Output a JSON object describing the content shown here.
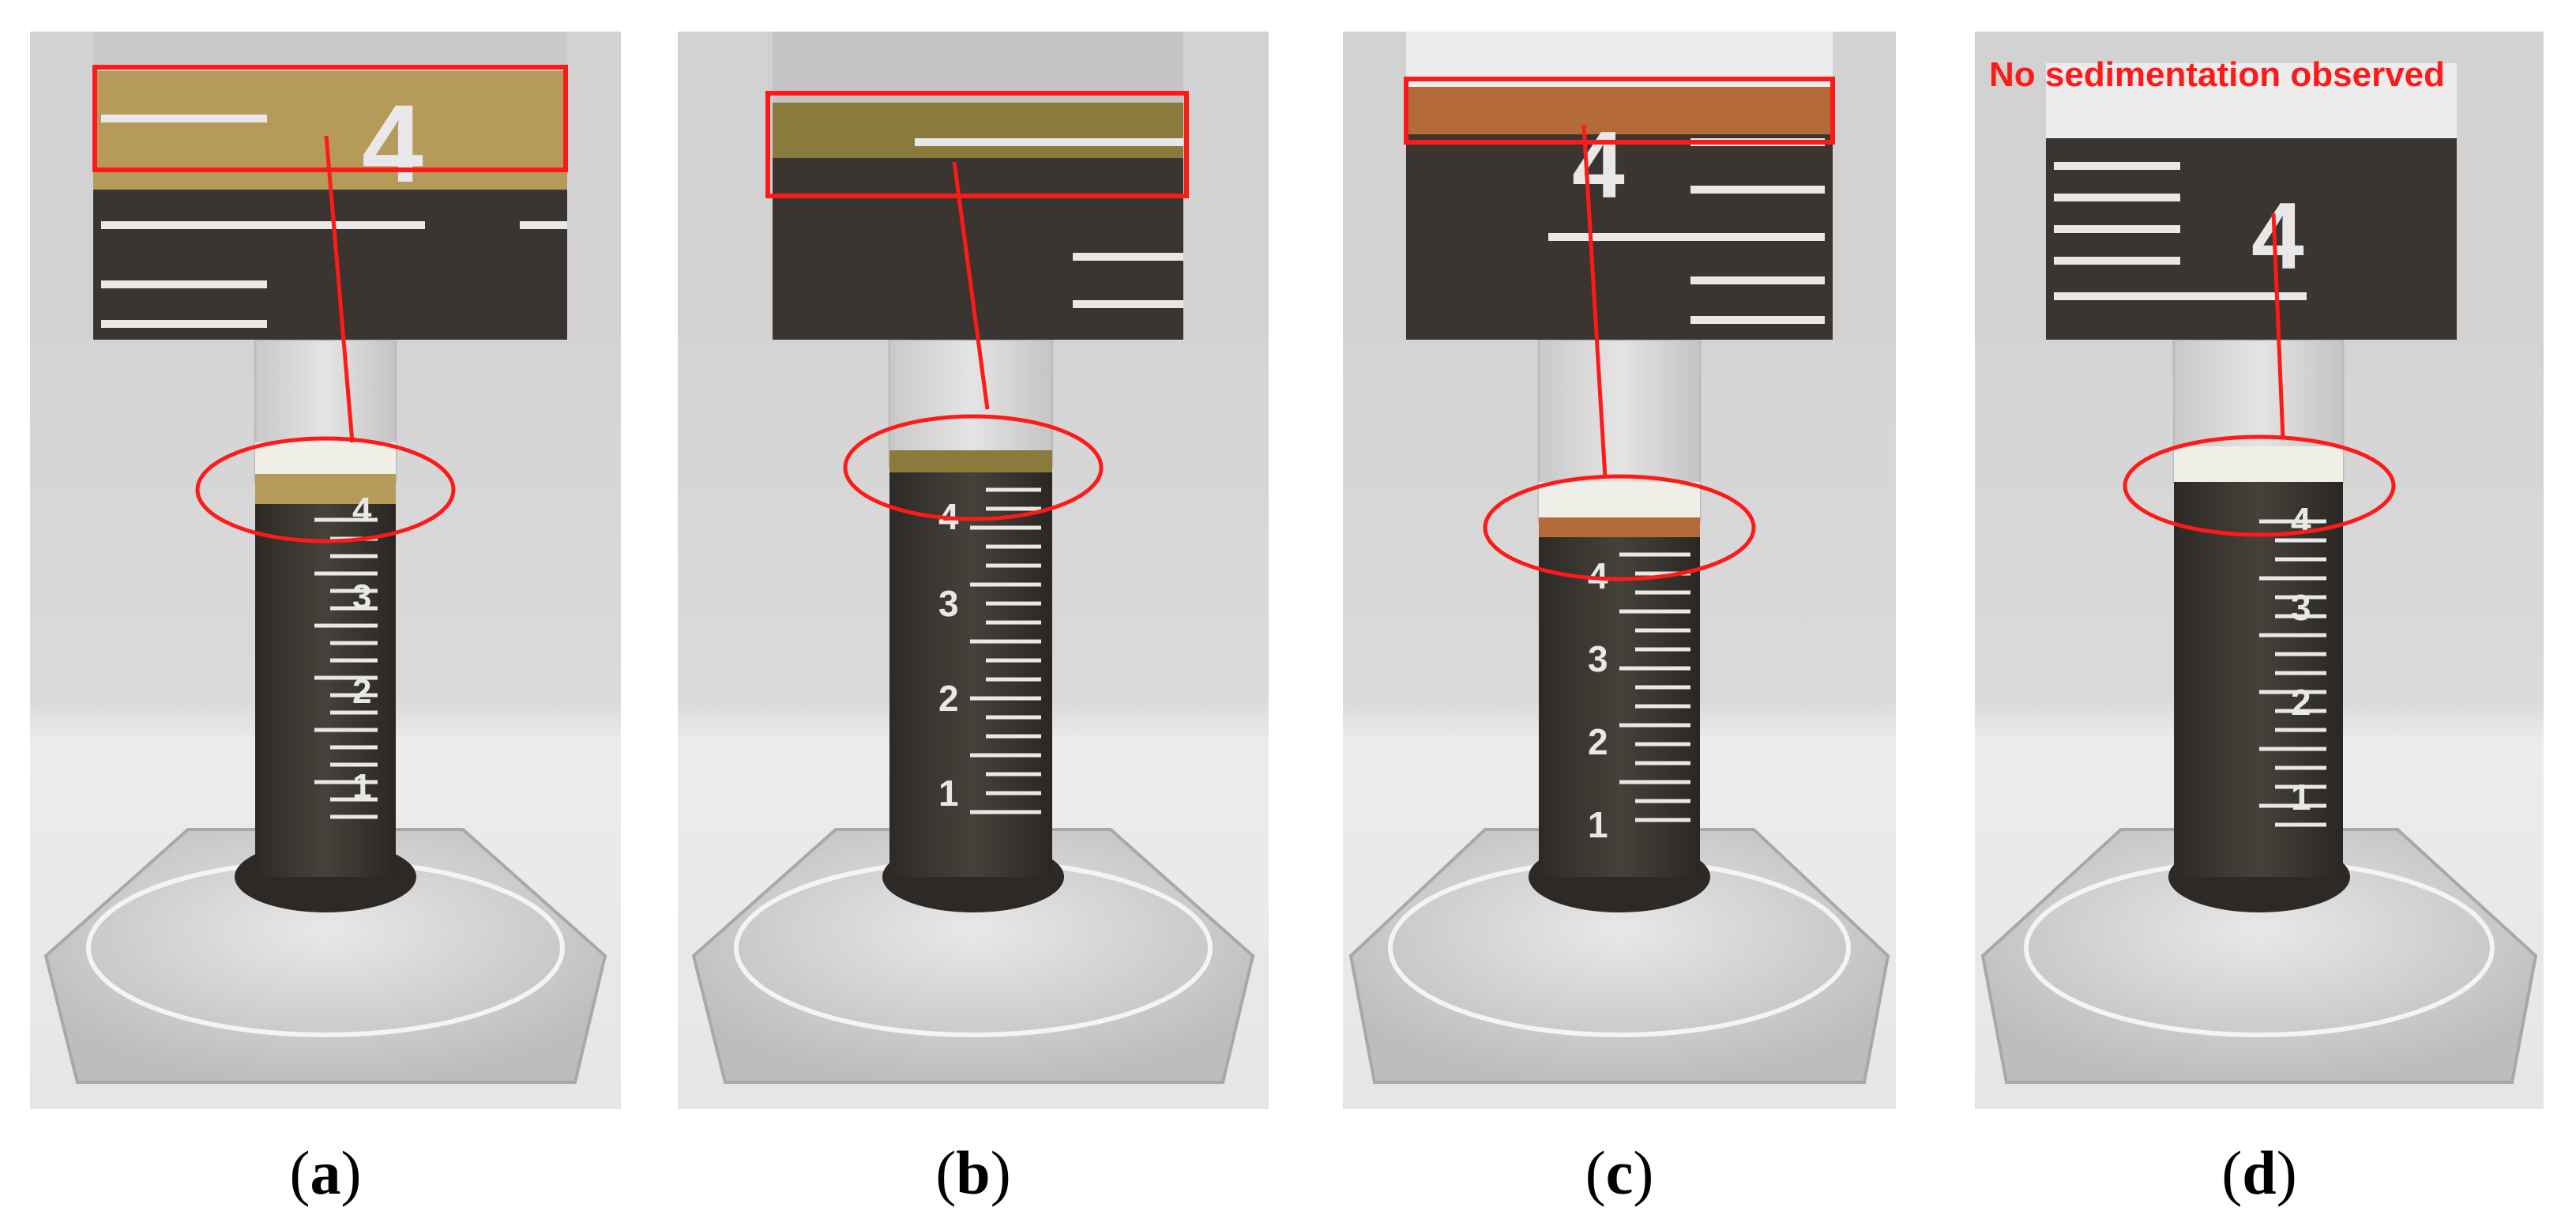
{
  "panels": [
    {
      "id": "a",
      "label": "a"
    },
    {
      "id": "b",
      "label": "b"
    },
    {
      "id": "c",
      "label": "c"
    },
    {
      "id": "d",
      "label": "d",
      "annotation": "No sedimentation observed"
    }
  ],
  "scale_marks": [
    "1",
    "2",
    "3",
    "4"
  ],
  "colors": {
    "highlight": "#ff1a1a",
    "suspension": "#3f3a33",
    "sediment_a": "#b59a5a",
    "sediment_b": "#8a7a3c",
    "sediment_c": "#b56a3a"
  }
}
